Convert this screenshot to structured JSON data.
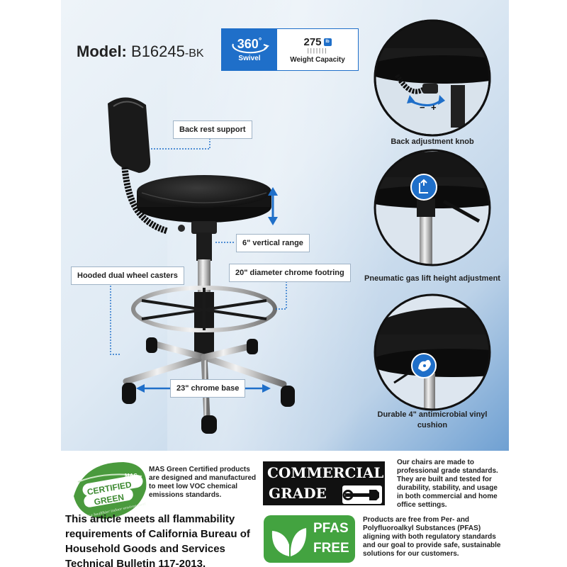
{
  "model": {
    "prefix": "Model:",
    "number": "B16245",
    "suffix": "-BK"
  },
  "specs": {
    "swivel_degrees": "360",
    "swivel_degree_mark": "°",
    "swivel_label": "Swivel",
    "weight_value": "275",
    "weight_unit": "lb",
    "weight_label": "Weight Capacity"
  },
  "callouts": {
    "back_rest": "Back rest support",
    "vertical_range": "6\" vertical range",
    "casters": "Hooded dual wheel casters",
    "footring": "20\" diameter chrome footring",
    "base": "23\" chrome base"
  },
  "details": {
    "knob": "Back adjustment knob",
    "knob_minus": "−",
    "knob_plus": "+",
    "gas_lift": "Pneumatic gas lift height adjustment",
    "cushion_line1": "Durable 4\" antimicrobial vinyl",
    "cushion_line2": "cushion"
  },
  "mas": {
    "badge_top": "MAS",
    "badge_line1": "CERTIFIED",
    "badge_line2": "GREEN",
    "badge_tag": "for a healthier indoor environment",
    "text": [
      "MAS Green Certified products",
      "are designed and manufactured",
      "to meet low VOC chemical",
      "emissions standards."
    ]
  },
  "commercial": {
    "line1": "COMMERCIAL",
    "line2": "GRADE",
    "text": [
      "Our chairs are made to",
      "professional grade standards.",
      "They are built and tested for",
      "durability, stability, and usage",
      "in both commercial and home",
      "office settings."
    ]
  },
  "flammability": {
    "text": [
      "This article meets all flammability",
      "requirements of California Bureau of",
      "Household Goods and Services",
      "Technical Bulletin 117-2013."
    ]
  },
  "pfas": {
    "line1": "PFAS",
    "line2": "FREE",
    "text": [
      "Products are free from Per- and",
      "Polyfluoroalkyl Substances (PFAS)",
      "aligning with both regulatory standards",
      "and our goal to provide safe, sustainable",
      "solutions for our customers."
    ]
  },
  "colors": {
    "accent_blue": "#1f6fc9",
    "green": "#43a340",
    "black": "#111111"
  }
}
